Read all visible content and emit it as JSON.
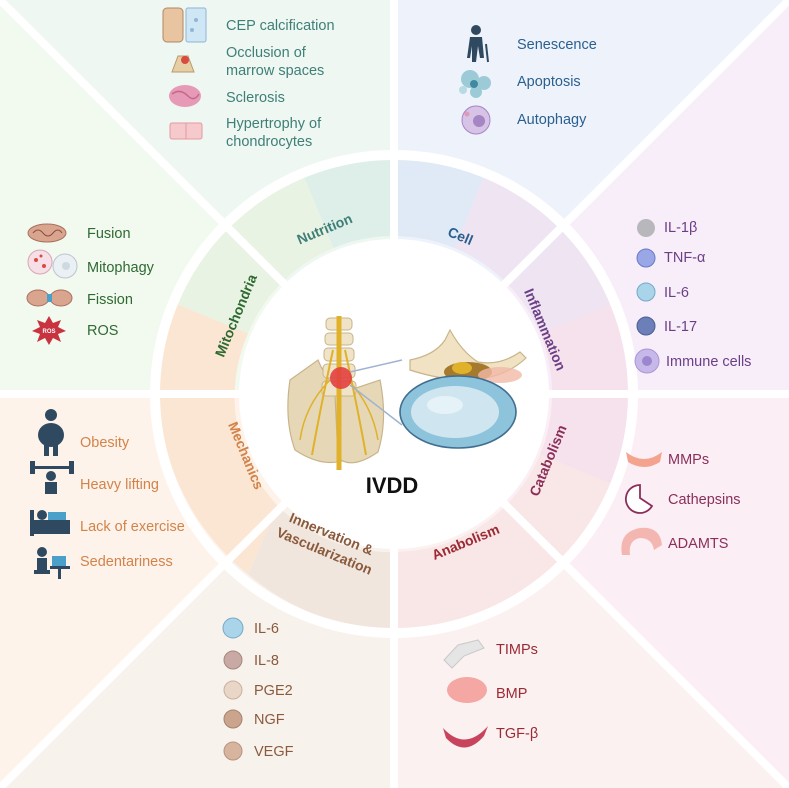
{
  "center": {
    "title": "IVDD"
  },
  "sections": {
    "nutrition": "Nutrition",
    "cell": "Cell",
    "inflammation": "Inflammation",
    "catabolism": "Catabolism",
    "anabolism": "Anabolism",
    "innervation_line1": "Innervation &",
    "innervation_line2": "Vascularization",
    "mechanics": "Mechanics",
    "mitochondria": "Mitochondria"
  },
  "nutrition_items": [
    "CEP calcification",
    "Occlusion of",
    "marrow spaces",
    "Sclerosis",
    "Hypertrophy of",
    "chondrocytes"
  ],
  "cell_items": [
    "Senescence",
    "Apoptosis",
    "Autophagy"
  ],
  "inflammation_items": [
    "IL-1β",
    "TNF-α",
    "IL-6",
    "IL-17",
    "Immune cells"
  ],
  "catabolism_items": [
    "MMPs",
    "Cathepsins",
    "ADAMTS"
  ],
  "anabolism_items": [
    "TIMPs",
    "BMP",
    "TGF-β"
  ],
  "innervation_items": [
    "IL-6",
    "IL-8",
    "PGE2",
    "NGF",
    "VEGF"
  ],
  "mechanics_items": [
    "Obesity",
    "Heavy lifting",
    "Lack of exercise",
    "Sedentariness"
  ],
  "mitochondria_items": [
    "Fusion",
    "Mitophagy",
    "Fission",
    "ROS"
  ],
  "colors": {
    "nutrition": "#3f7f78",
    "cell": "#2a5f8f",
    "inflammation": "#6b3f86",
    "catabolism": "#8b2f5a",
    "anabolism": "#9b2a35",
    "innervation": "#8a5a3c",
    "mechanics": "#d2834a",
    "mitochondria": "#2f6a33"
  }
}
